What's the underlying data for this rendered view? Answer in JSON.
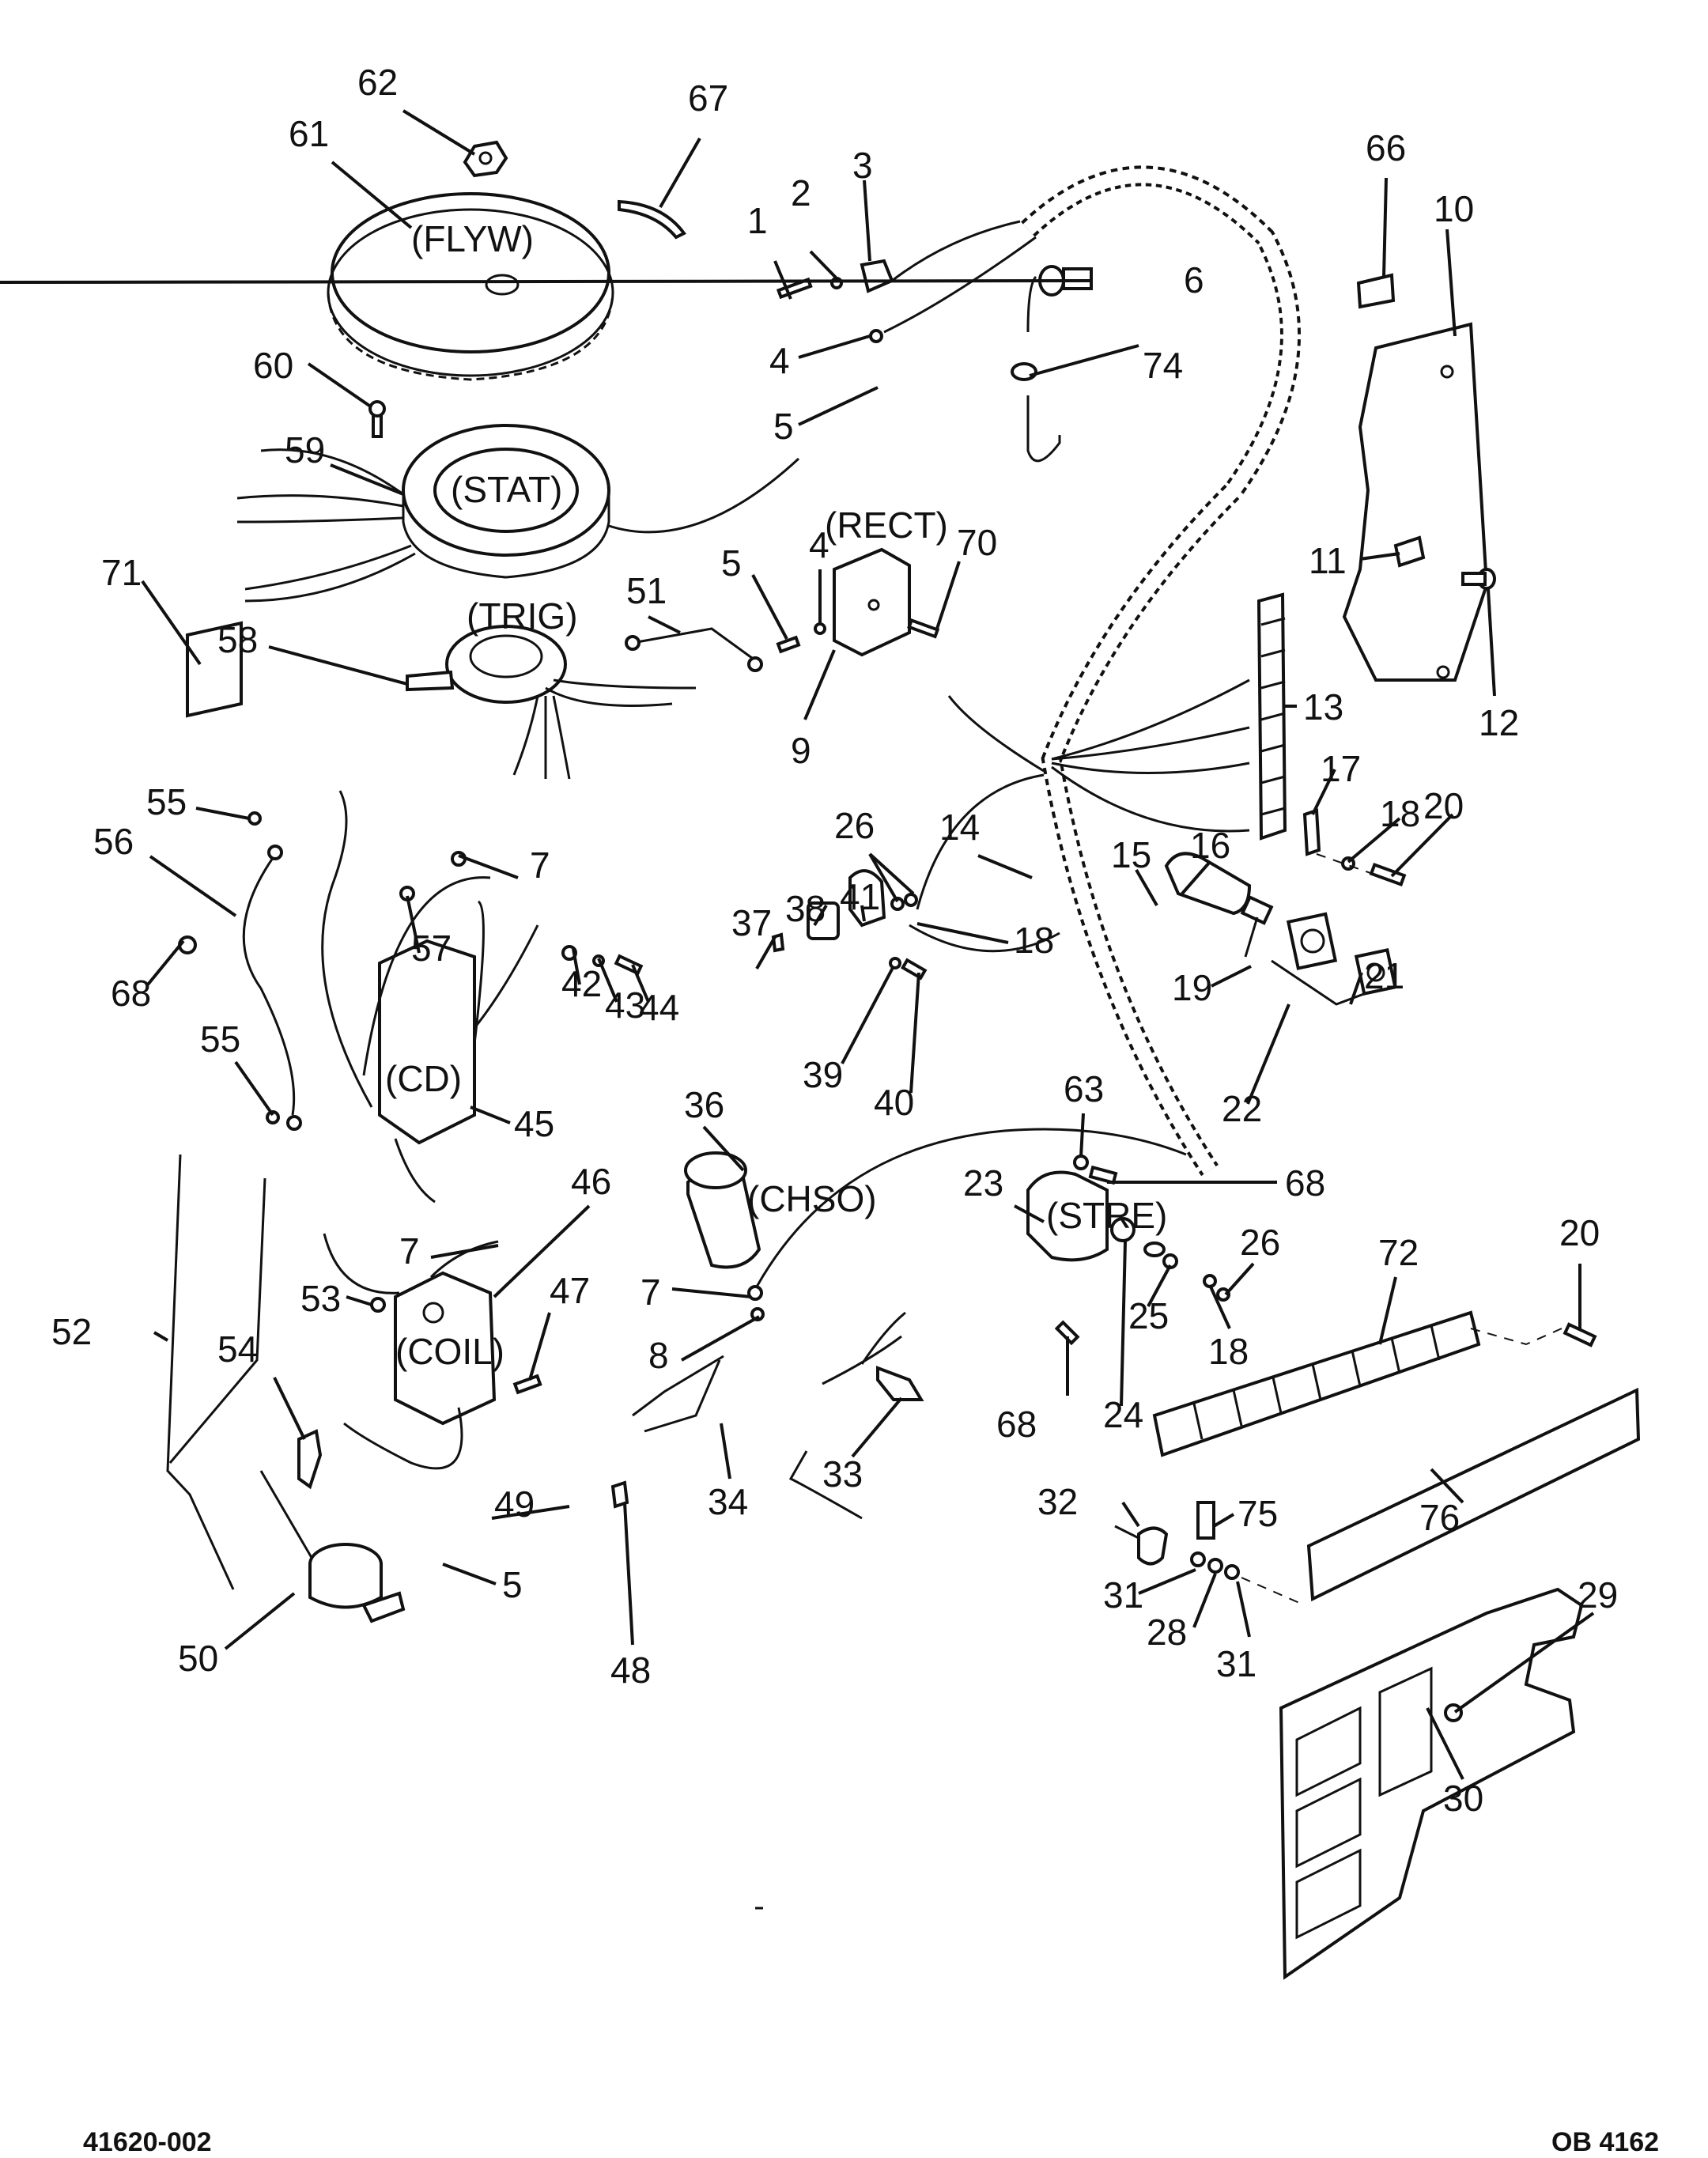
{
  "diagram": {
    "title": "Electrical components exploded view",
    "footer_left": "41620-002",
    "footer_right": "OB 4162",
    "component_labels": [
      {
        "id": "flyw",
        "text": "(FLYW)"
      },
      {
        "id": "stat",
        "text": "(STAT)"
      },
      {
        "id": "trig",
        "text": "(TRIG)"
      },
      {
        "id": "rect",
        "text": "(RECT)"
      },
      {
        "id": "cd",
        "text": "(CD)"
      },
      {
        "id": "coil",
        "text": "(COIL)"
      },
      {
        "id": "chso",
        "text": "(CHSO)"
      },
      {
        "id": "stre",
        "text": "(STRE)"
      }
    ],
    "callouts": [
      {
        "n": "62"
      },
      {
        "n": "67"
      },
      {
        "n": "61"
      },
      {
        "n": "1"
      },
      {
        "n": "2"
      },
      {
        "n": "3"
      },
      {
        "n": "6"
      },
      {
        "n": "66"
      },
      {
        "n": "10"
      },
      {
        "n": "4"
      },
      {
        "n": "74"
      },
      {
        "n": "60"
      },
      {
        "n": "5"
      },
      {
        "n": "59"
      },
      {
        "n": "4"
      },
      {
        "n": "70"
      },
      {
        "n": "5"
      },
      {
        "n": "11"
      },
      {
        "n": "71"
      },
      {
        "n": "51"
      },
      {
        "n": "58"
      },
      {
        "n": "9"
      },
      {
        "n": "13"
      },
      {
        "n": "12"
      },
      {
        "n": "55"
      },
      {
        "n": "56"
      },
      {
        "n": "7"
      },
      {
        "n": "14"
      },
      {
        "n": "26"
      },
      {
        "n": "17"
      },
      {
        "n": "18"
      },
      {
        "n": "20"
      },
      {
        "n": "15"
      },
      {
        "n": "16"
      },
      {
        "n": "38"
      },
      {
        "n": "41"
      },
      {
        "n": "37"
      },
      {
        "n": "18"
      },
      {
        "n": "57"
      },
      {
        "n": "68"
      },
      {
        "n": "42"
      },
      {
        "n": "43"
      },
      {
        "n": "44"
      },
      {
        "n": "55"
      },
      {
        "n": "19"
      },
      {
        "n": "21"
      },
      {
        "n": "39"
      },
      {
        "n": "40"
      },
      {
        "n": "22"
      },
      {
        "n": "45"
      },
      {
        "n": "63"
      },
      {
        "n": "36"
      },
      {
        "n": "68"
      },
      {
        "n": "23"
      },
      {
        "n": "46"
      },
      {
        "n": "7"
      },
      {
        "n": "53"
      },
      {
        "n": "47"
      },
      {
        "n": "7"
      },
      {
        "n": "26"
      },
      {
        "n": "20"
      },
      {
        "n": "72"
      },
      {
        "n": "52"
      },
      {
        "n": "8"
      },
      {
        "n": "25"
      },
      {
        "n": "54"
      },
      {
        "n": "18"
      },
      {
        "n": "68"
      },
      {
        "n": "24"
      },
      {
        "n": "33"
      },
      {
        "n": "34"
      },
      {
        "n": "32"
      },
      {
        "n": "49"
      },
      {
        "n": "75"
      },
      {
        "n": "5"
      },
      {
        "n": "31"
      },
      {
        "n": "28"
      },
      {
        "n": "31"
      },
      {
        "n": "76"
      },
      {
        "n": "29"
      },
      {
        "n": "50"
      },
      {
        "n": "48"
      },
      {
        "n": "30"
      }
    ]
  }
}
